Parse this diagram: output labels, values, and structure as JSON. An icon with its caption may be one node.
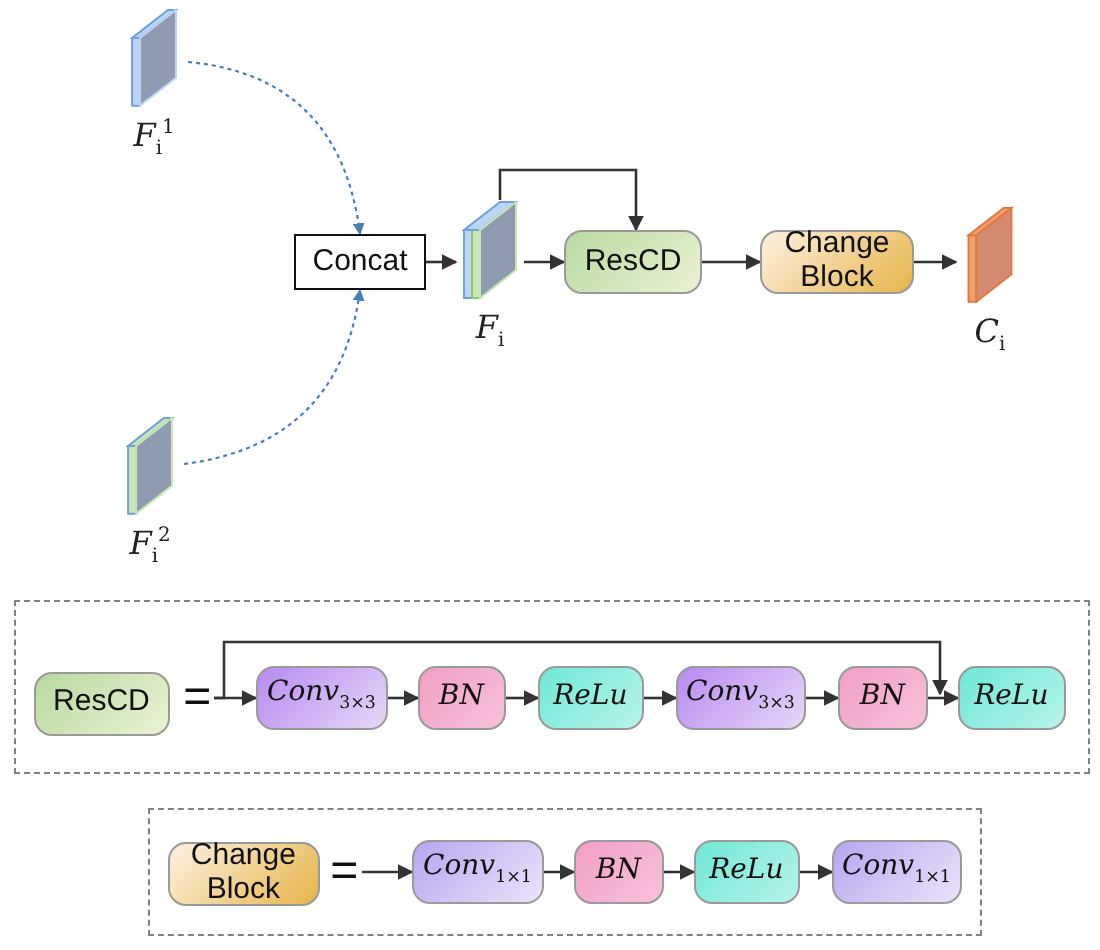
{
  "diagram": {
    "nodes": [
      {
        "text": [
          "F$_{i}$$^{1}$"
        ]
      },
      {
        "text": [
          "Concat"
        ]
      },
      {
        "text": [
          "F$_{i}$"
        ]
      },
      {
        "text": [
          "ResCD"
        ]
      },
      {
        "text": [
          "Change Block"
        ]
      },
      {
        "text": [
          "C$_{i}$"
        ]
      },
      {
        "text": [
          "F$_{i}$$^{2}$"
        ]
      },
      {
        "text": [],
        "shape": "box"
      },
      {
        "text": [
          "ResCD"
        ],
        "in": 7
      },
      {
        "text": [
          "="
        ],
        "in": 7
      },
      {
        "text": [
          "Conv$_{3×3}$"
        ],
        "in": 7
      },
      {
        "text": [
          "BN"
        ],
        "in": 7
      },
      {
        "text": [
          "ReLu"
        ],
        "in": 7
      },
      {
        "text": [
          "Conv$_{3×3}$"
        ],
        "in": 7
      },
      {
        "text": [
          "BN"
        ],
        "in": 7
      },
      {
        "text": [
          "ReLu"
        ],
        "in": 7
      },
      {
        "text": [],
        "shape": "box"
      },
      {
        "text": [
          "Change Block"
        ],
        "in": 16
      },
      {
        "text": [
          "="
        ],
        "in": 16
      },
      {
        "text": [
          "Conv$_{1×1}$"
        ],
        "in": 16
      },
      {
        "text": [
          "BN"
        ],
        "in": 16
      },
      {
        "text": [
          "ReLu"
        ],
        "in": 16
      },
      {
        "text": [
          "Conv$_{1×1}$"
        ],
        "in": 16
      }
    ],
    "edges": [
      {
        "from": 0,
        "to": 1,
        "arrow": "to",
        "style": "dashed",
        "color": "#4a7ebb"
      },
      {
        "from": 6,
        "to": 1,
        "arrow": "to",
        "style": "dashed",
        "color": "#4a7ebb"
      },
      {
        "from": 1,
        "to": 2,
        "arrow": "to"
      },
      {
        "from": 2,
        "to": 3,
        "arrow": "to"
      },
      {
        "from": 2,
        "to": 3,
        "arrow": "to"
      },
      {
        "from": 3,
        "to": 4,
        "arrow": "to"
      },
      {
        "from": 4,
        "to": 5,
        "arrow": "to"
      },
      {
        "from": 9,
        "to": 10,
        "arrow": "to"
      },
      {
        "from": 10,
        "to": 11,
        "arrow": "to"
      },
      {
        "from": 11,
        "to": 12,
        "arrow": "to"
      },
      {
        "from": 12,
        "to": 13,
        "arrow": "to"
      },
      {
        "from": 13,
        "to": 14,
        "arrow": "to"
      },
      {
        "from": 14,
        "to": 15,
        "arrow": "to"
      },
      {
        "from": 9,
        "to": 15,
        "arrow": "to"
      },
      {
        "from": 18,
        "to": 19,
        "arrow": "to"
      },
      {
        "from": 19,
        "to": 20,
        "arrow": "to"
      },
      {
        "from": 20,
        "to": 21,
        "arrow": "to"
      },
      {
        "from": 21,
        "to": 22,
        "arrow": "to"
      }
    ]
  }
}
